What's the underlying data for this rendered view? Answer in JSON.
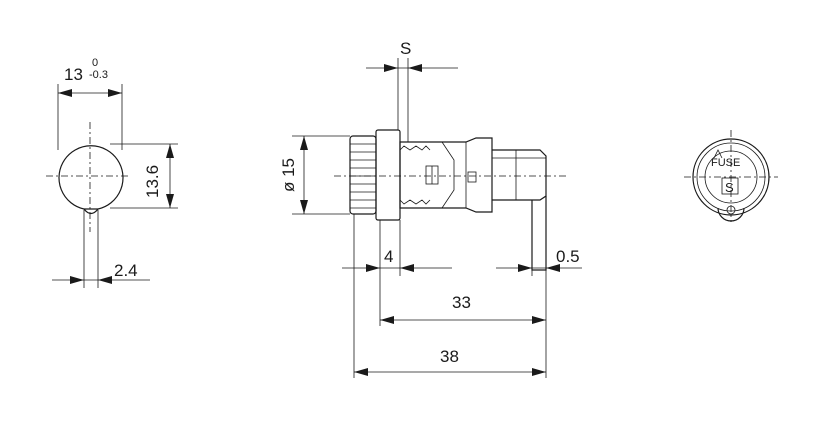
{
  "dimensions": {
    "width_13": "13",
    "width_13_tol_upper": "0",
    "width_13_tol_lower": "-0.3",
    "height_13_6": "13.6",
    "tab_2_4": "2.4",
    "s_label": "S",
    "diameter_15": "ø 15",
    "dim_4": "4",
    "dim_0_5": "0.5",
    "dim_33": "33",
    "dim_38": "38"
  },
  "front_view": {
    "cap_label": "FUSE",
    "cap_mark": "S"
  }
}
